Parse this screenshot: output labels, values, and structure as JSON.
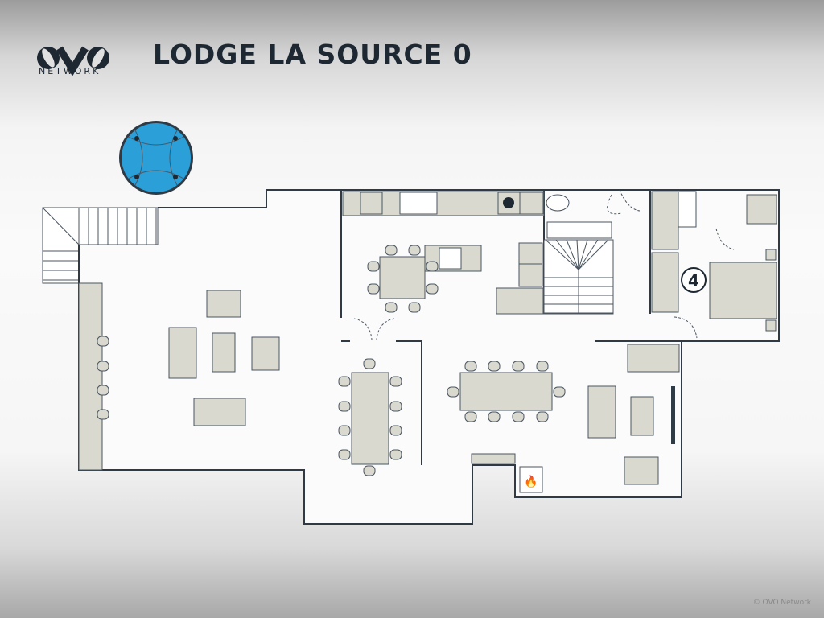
{
  "header": {
    "logo_text": "OVO",
    "logo_subtitle": "NETWORK",
    "title": "LODGE LA SOURCE 0"
  },
  "plan": {
    "bedroom_number": "4",
    "hot_tub_color": "#2a9fd8",
    "furniture_color": "#d9d9cf",
    "wall_color": "#2f3a44"
  },
  "footer": {
    "copyright": "© OVO Network"
  }
}
